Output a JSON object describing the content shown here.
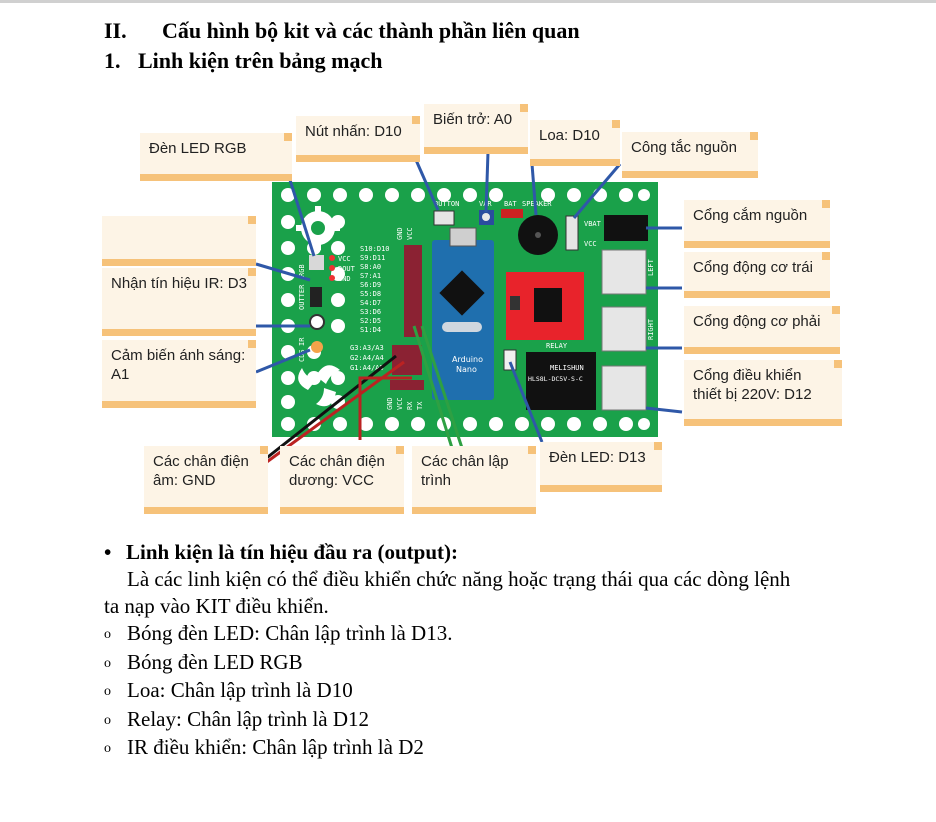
{
  "section": {
    "number": "II.",
    "title": "Cấu hình bộ kit và các thành phần liên quan"
  },
  "subsection": {
    "number": "1.",
    "title": "Linh kiện trên bảng mạch"
  },
  "figure": {
    "callouts": {
      "led_rgb": "Đèn LED RGB",
      "button": "Nút nhấn: D10",
      "pot": "Biến trở: A0",
      "speaker": "Loa: D10",
      "power_switch": "Công tắc nguồn",
      "empty": "",
      "ir": "Nhận tín hiệu IR: D3",
      "light": "Cảm biến ánh sáng: A1",
      "power_jack": "Cổng cắm nguồn",
      "motor_left": "Cổng động cơ trái",
      "motor_right": "Cổng động cơ phải",
      "relay_port": "Cổng điều khiển thiết bị 220V: D12",
      "gnd": "Các chân điện âm: GND",
      "vcc": "Các chân điện dương: VCC",
      "prog": "Các chân lập trình",
      "led13": "Đèn LED: D13"
    },
    "board_labels": {
      "button": "BUTTON",
      "var": "VAR",
      "bat": "BAT",
      "speaker": "SPEAKER",
      "vbat": "VBAT",
      "vcc": "VCC",
      "left": "LEFT",
      "right": "RIGHT",
      "relay": "RELAY",
      "relay_brand": "MELISHUN",
      "relay_model": "HLS8L-DC5V-S-C",
      "arduino": "Arduino",
      "nano": "Nano",
      "rgb": "RGB",
      "ir": "IR",
      "outter": "OUTTER",
      "cds": "CDS",
      "rgb_pins": [
        "VCC",
        "DOUT",
        "GND"
      ],
      "pin_labels": [
        "S10:D10",
        "S9:D11",
        "S8:A0",
        "S7:A1",
        "S6:D9",
        "S5:D8",
        "S4:D7",
        "S3:D6",
        "S2:D5",
        "S1:D4"
      ],
      "analog_pins": [
        "G3:A3/A3",
        "G2:A4/A4",
        "G1:A4/A5"
      ],
      "header_top": [
        "GND",
        "VCC"
      ],
      "header_bottom": [
        "GND",
        "VCC",
        "RX",
        "TX"
      ]
    },
    "colors": {
      "board": "#1aa14a",
      "callout_bg": "#fdf4e6",
      "callout_accent": "#f6c27a",
      "nano": "#1f6fae",
      "driver": "#e8232b",
      "leader": "#2f58a8"
    }
  },
  "output_section": {
    "bullet": "•",
    "heading": "Linh kiện là tín hiệu đầu ra (output):",
    "para_line1": "Là các linh kiện có thể điều khiển chức năng hoặc trạng thái qua các dòng lệnh",
    "para_line2": "ta nạp vào KIT điều khiển.",
    "item_marker": "o",
    "items": [
      "Bóng đèn LED: Chân lập trình là D13.",
      "Bóng đèn LED RGB",
      "Loa: Chân lập trình là D10",
      "Relay: Chân lập trình là D12",
      "IR điều khiển: Chân lập trình là D2"
    ]
  }
}
